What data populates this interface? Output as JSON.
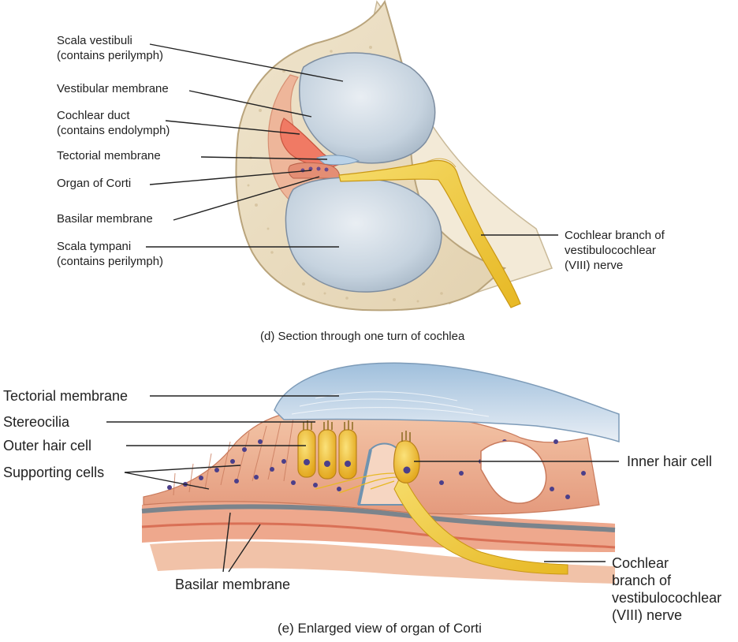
{
  "panel_d": {
    "labels": {
      "scala_vestibuli": [
        "Scala vestibuli",
        "(contains perilymph)"
      ],
      "vestibular_membrane": "Vestibular membrane",
      "cochlear_duct": [
        "Cochlear duct",
        "(contains endolymph)"
      ],
      "tectorial_membrane": "Tectorial membrane",
      "organ_of_corti": "Organ of Corti",
      "basilar_membrane": "Basilar membrane",
      "scala_tympani": [
        "Scala tympani",
        "(contains perilymph)"
      ],
      "cochlear_branch": [
        "Cochlear branch of",
        "vestibulocochlear",
        "(VIII) nerve"
      ]
    },
    "caption": "(d) Section through one turn of cochlea"
  },
  "panel_e": {
    "labels": {
      "tectorial_membrane": "Tectorial membrane",
      "stereocilia": "Stereocilia",
      "outer_hair_cell": "Outer hair cell",
      "supporting_cells": "Supporting cells",
      "inner_hair_cell": "Inner hair cell",
      "basilar_membrane": "Basilar membrane",
      "cochlear_branch": [
        "Cochlear",
        "branch of",
        "vestibulocochlear",
        "(VIII) nerve"
      ]
    },
    "caption": "(e) Enlarged view of organ of Corti"
  },
  "colors": {
    "bone": "#e9dcc0",
    "perilymph": "#c9d6e3",
    "endolymph": "#f07a64",
    "tissue": "#eeb69a",
    "nerve": "#f3cf3f",
    "membrane": "#b9d2e8"
  }
}
